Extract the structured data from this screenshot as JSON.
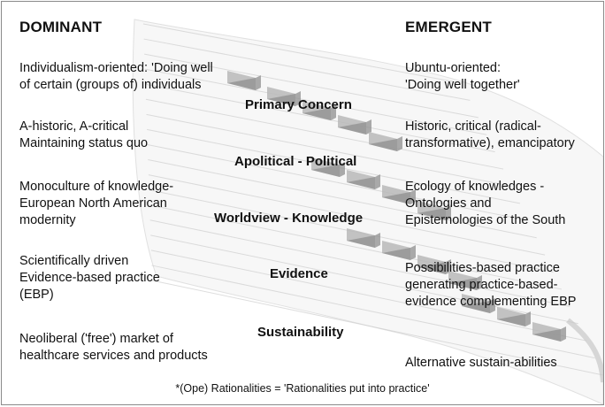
{
  "dominant": {
    "title": "DOMINANT",
    "items": [
      {
        "line1": "Individualism-oriented: 'Doing well",
        "line2": "of certain (groups of) individuals"
      },
      {
        "line1": "A-historic, A-critical",
        "line2": "Maintaining status quo"
      },
      {
        "line1": "Monoculture of knowledge-",
        "line2": "European North American",
        "line3": "modernity"
      },
      {
        "line1": "Scientifically driven",
        "line2": "Evidence-based practice",
        "line3": "(EBP)"
      },
      {
        "line1": "Neoliberal ('free') market of",
        "line2": "healthcare services and products"
      }
    ]
  },
  "emergent": {
    "title": "EMERGENT",
    "items": [
      {
        "line1": "Ubuntu-oriented:",
        "line2": "'Doing well together'"
      },
      {
        "line1": "Historic, critical (radical-",
        "line2": "transformative), emancipatory"
      },
      {
        "line1": "Ecology of knowledges -",
        "line2": "Ontologies and",
        "line3": "Episternologies of the South"
      },
      {
        "line1": "Possibilities-based practice",
        "line2": "generating practice-based-",
        "line3": "evidence complementing EBP"
      },
      {
        "line1": "Alternative sustain-abilities"
      }
    ]
  },
  "dimensions": [
    "Primary Concern",
    "Apolitical - Political",
    "Worldview - Knowledge",
    "Evidence",
    "Sustainability"
  ],
  "footnote": "*(Ope) Rationalities = 'Rationalities put into practice'",
  "colors": {
    "black_key_top": "#b9b9b9",
    "black_key_side": "#8f8f8f",
    "white_key": "#f1f1f1",
    "key_outline": "#c8c8c8"
  }
}
